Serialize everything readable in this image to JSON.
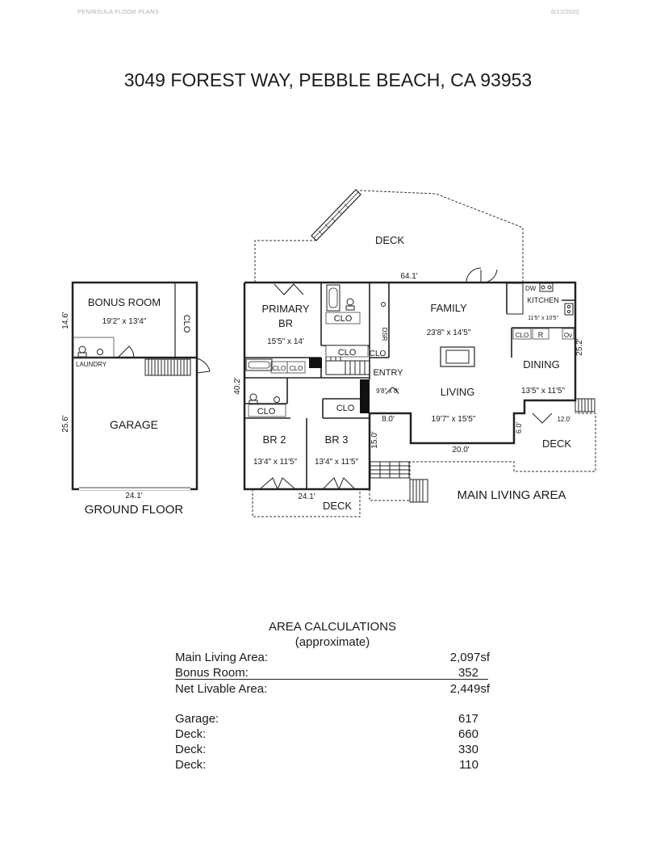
{
  "header": {
    "company": "PENINSULA FLOOR PLANS",
    "date": "6/12/2022"
  },
  "title": "3049 FOREST WAY, PEBBLE BEACH, CA 93953",
  "ground_floor": {
    "label": "GROUND FLOOR",
    "bonus_room": {
      "name": "BONUS ROOM",
      "dims": "19'2\" x 13'4\"",
      "closet": "CLO"
    },
    "laundry": "LAUNDRY",
    "garage": {
      "name": "GARAGE"
    },
    "dim_left_top": "14.6'",
    "dim_left_bottom": "25.6'",
    "dim_bottom": "24.1'"
  },
  "main_floor": {
    "label": "MAIN LIVING AREA",
    "deck_top": "DECK",
    "deck_right": "DECK",
    "deck_bottom": "DECK",
    "dims": {
      "top": "64.1'",
      "left": "40.2'",
      "right": "25.2'",
      "bottom_right": "20.0'",
      "step_small": "8.0'",
      "step_vert": "15.0'",
      "deck_bottom_width": "24.1'",
      "deck_right_depth": "6.0'",
      "deck_right_width": "12.0'"
    },
    "rooms": {
      "primary_br": {
        "line1": "PRIMARY",
        "line2": "BR",
        "dims": "15'5\" x 14'"
      },
      "family": {
        "name": "FAMILY",
        "dims": "23'8\" x 14'5\""
      },
      "kitchen": {
        "name": "KITCHEN",
        "dims": "11'5\" x 10'5\""
      },
      "dining": {
        "name": "DINING",
        "dims": "13'5\" x 11'5\""
      },
      "living": {
        "name": "LIVING",
        "dims": "19'7\" x 15'5\""
      },
      "entry": {
        "name": "ENTRY",
        "dims": "9'8\" x 8'"
      },
      "br2": {
        "name": "BR 2",
        "dims": "13'4\" x 11'5\""
      },
      "br3": {
        "name": "BR 3",
        "dims": "13'4\" x 11'5\""
      }
    },
    "fixtures": {
      "clo": "CLO",
      "dsr": "DSR",
      "dw": "DW",
      "r": "R",
      "ov": "Ov"
    }
  },
  "area_calculations": {
    "title": "AREA CALCULATIONS",
    "subtitle": "(approximate)",
    "rows": [
      {
        "label": "Main Living Area:",
        "value": "2,097sf"
      },
      {
        "label": "Bonus Room:",
        "value": "352"
      },
      {
        "label": "Net Livable Area:",
        "value": "2,449sf"
      },
      {
        "label": "Garage:",
        "value": "617"
      },
      {
        "label": "Deck:",
        "value": "660"
      },
      {
        "label": "Deck:",
        "value": "330"
      },
      {
        "label": "Deck:",
        "value": "110"
      }
    ]
  }
}
